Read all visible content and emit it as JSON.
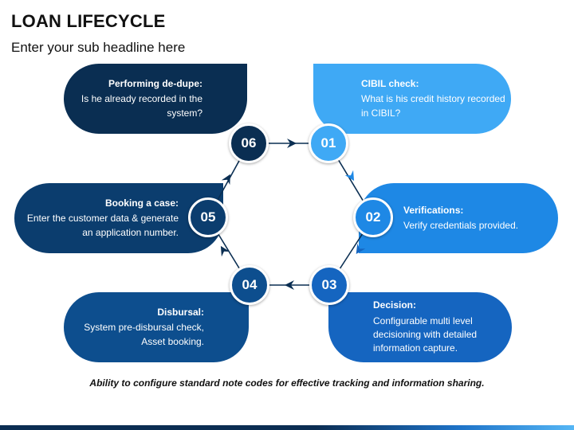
{
  "header": {
    "title": "LOAN LIFECYCLE",
    "subtitle": "Enter your sub headline here"
  },
  "colors": {
    "step01": "#3fa9f5",
    "step02": "#1e88e5",
    "step03": "#1565c0",
    "step04": "#0d4e8e",
    "step05": "#0b3d6e",
    "step06": "#0a2e52",
    "connector": "#0a2e52"
  },
  "steps": [
    {
      "number": "01",
      "heading": "CIBIL check:",
      "text": "What is his credit history recorded in CIBIL?"
    },
    {
      "number": "02",
      "heading": "Verifications:",
      "text": "Verify credentials provided."
    },
    {
      "number": "03",
      "heading": "Decision:",
      "text": "Configurable multi level decisioning with detailed information capture."
    },
    {
      "number": "04",
      "heading": "Disbursal:",
      "text": "System pre-disbursal check, Asset booking."
    },
    {
      "number": "05",
      "heading": "Booking a case:",
      "text": "Enter the customer data & generate an application number."
    },
    {
      "number": "06",
      "heading": "Performing de-dupe:",
      "text": "Is he already recorded in the system?"
    }
  ],
  "footer": "Ability to configure standard note codes for effective tracking and information sharing."
}
